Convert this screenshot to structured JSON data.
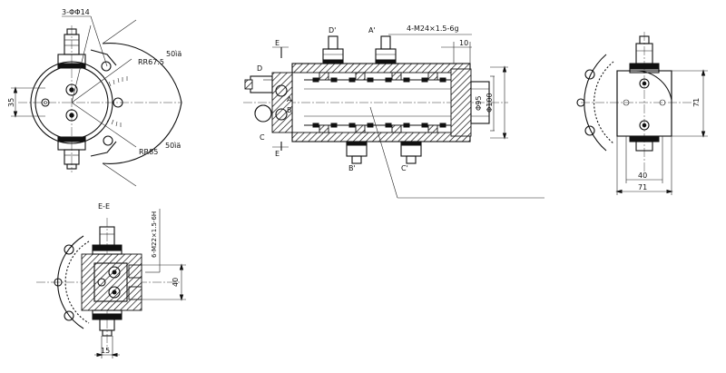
{
  "labels": {
    "holes": "3-ΦΦ14",
    "r_small": "RR67.5",
    "r_large": "RR85",
    "angle_top": "50ìä",
    "angle_bottom": "50ìä",
    "dim_35": "35",
    "port_d_prime": "D'",
    "port_a_prime": "A'",
    "thread_top": "4-M24×1.5-6g",
    "dim_10": "10",
    "section_mark_e_top": "E",
    "section_mark_e_bottom": "E",
    "port_d": "D",
    "port_a": "A",
    "port_b": "B",
    "port_c": "C",
    "dia_95": "Φ95",
    "dia_100": "Φ100",
    "port_b_prime": "B'",
    "port_c_prime": "C'",
    "dim_71_right": "71",
    "dim_40_right": "40",
    "dim_71_bottom": "71",
    "section_title": "E-E",
    "thread_section": "6-M22×1.5-6H",
    "dim_40_section": "40",
    "dim_15": "15"
  }
}
